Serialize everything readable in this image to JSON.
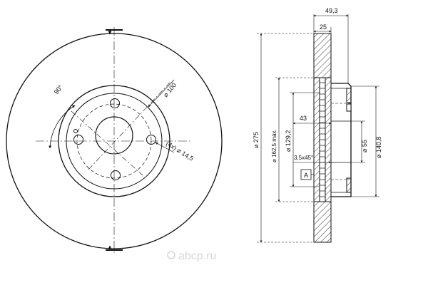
{
  "dimensions": {
    "width_total": "49,3",
    "width_disc": "25",
    "diam_outer": "⌀ 275",
    "diam_friction": "⌀ 162,5 máx.",
    "diam_bolt_circle_side": "⌀ 129,2",
    "hat_depth": "43",
    "chamfer": "3,5x45°",
    "diam_center": "⌀ 55",
    "diam_hub": "⌀ 140,8",
    "reference": "A",
    "bolt_circle": "⌀ 100",
    "holes": "(4x) ⌀ 14,5",
    "angle": "90°"
  },
  "watermark": {
    "text": "abcp.ru"
  },
  "colors": {
    "line": "#111111",
    "watermark": "#d7d7d7"
  }
}
